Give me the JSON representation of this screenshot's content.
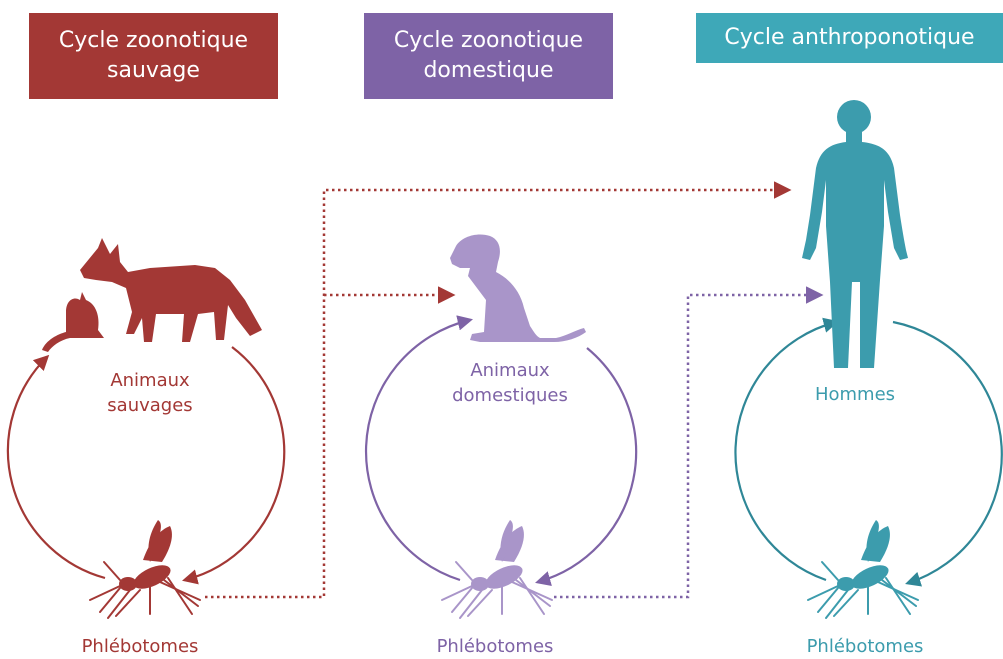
{
  "colors": {
    "wild": "#a33835",
    "wild_dark": "#8c2f2b",
    "domestic": "#7e63a6",
    "domestic_light": "#a995c9",
    "human": "#3c9cad",
    "human_dark": "#2f8797"
  },
  "banners": {
    "wild": {
      "line1": "Cycle zoonotique",
      "line2": "sauvage"
    },
    "domestic": {
      "line1": "Cycle zoonotique",
      "line2": "domestique"
    },
    "human": {
      "line1": "Cycle anthroponotique"
    }
  },
  "hosts": {
    "wild": {
      "line1": "Animaux",
      "line2": "sauvages",
      "icon": "fox-and-rodent-icon"
    },
    "domestic": {
      "line1": "Animaux",
      "line2": "domestiques",
      "icon": "dog-icon"
    },
    "human": {
      "line1": "Hommes",
      "icon": "human-figure-icon"
    }
  },
  "vectors": {
    "wild": {
      "label": "Phlébotomes",
      "icon": "sandfly-icon"
    },
    "domestic": {
      "label": "Phlébotomes",
      "icon": "sandfly-icon"
    },
    "human": {
      "label": "Phlébotomes",
      "icon": "sandfly-icon"
    }
  }
}
